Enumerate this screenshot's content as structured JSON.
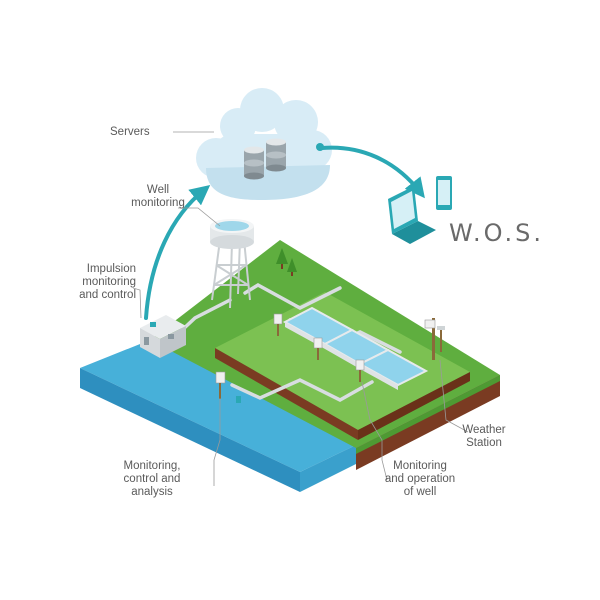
{
  "labels": {
    "servers": "Servers",
    "well_monitoring": [
      "Well",
      "monitoring"
    ],
    "impulsion": [
      "Impulsion",
      "monitoring",
      "and control"
    ],
    "weather_station": [
      "Weather",
      "Station"
    ],
    "monitoring_control_analysis": [
      "Monitoring,",
      "control and",
      "analysis"
    ],
    "monitoring_operation_well": [
      "Monitoring",
      "and operation",
      "of well"
    ]
  },
  "brand": "W.O.S.",
  "colors": {
    "grass": "#5fae3f",
    "grass_light": "#7cc152",
    "soil": "#7a3b22",
    "water": "#47b0d9",
    "cloud": "#cfe6f2",
    "arrow": "#2aa8b4",
    "pipe": "#d8dde0"
  }
}
